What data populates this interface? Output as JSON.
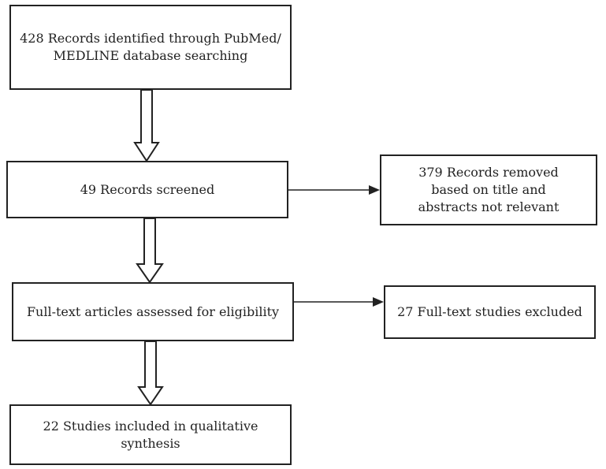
{
  "flow": {
    "identified": {
      "line1": "428 Records identified through PubMed/",
      "line2": "MEDLINE database searching"
    },
    "screened": "49 Records screened",
    "removed": {
      "line1": "379 Records removed",
      "line2": "based on title and",
      "line3": "abstracts not relevant"
    },
    "assessed": "Full-text articles assessed for eligibility",
    "excluded": "27 Full-text studies excluded",
    "included": "22 Studies included in qualitative synthesis"
  },
  "colors": {
    "stroke": "#222222",
    "background": "#ffffff"
  }
}
